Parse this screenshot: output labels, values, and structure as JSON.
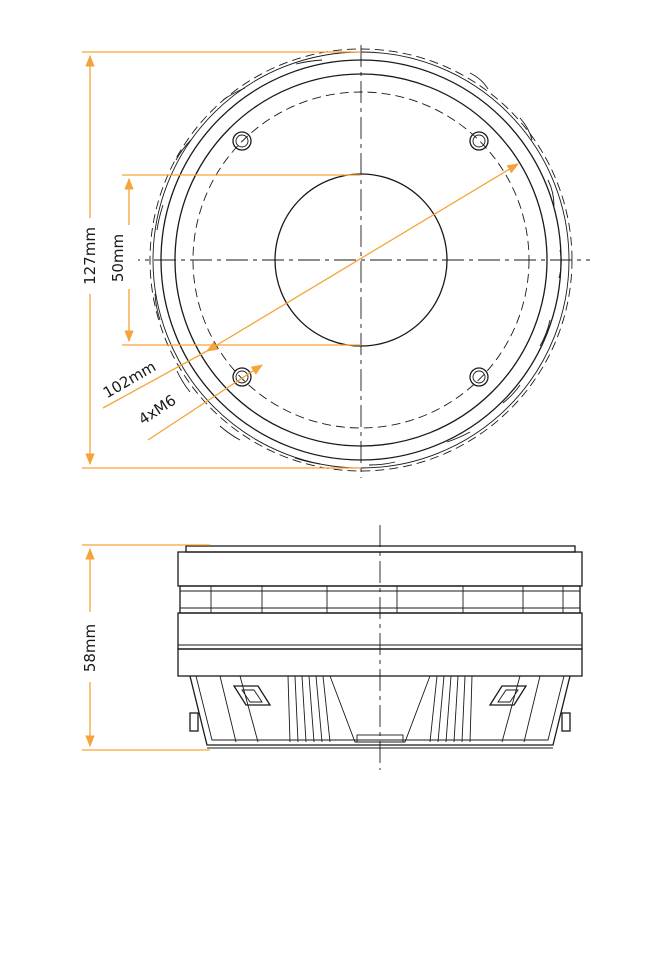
{
  "drawing": {
    "top_view": {
      "overall_diameter": "127mm",
      "center_diameter": "50mm",
      "bolt_circle": "102mm",
      "mounting_holes": "4xM6"
    },
    "side_view": {
      "height": "58mm"
    },
    "colors": {
      "dimension": "#f5a33a",
      "outline": "#1a1a1a"
    }
  }
}
